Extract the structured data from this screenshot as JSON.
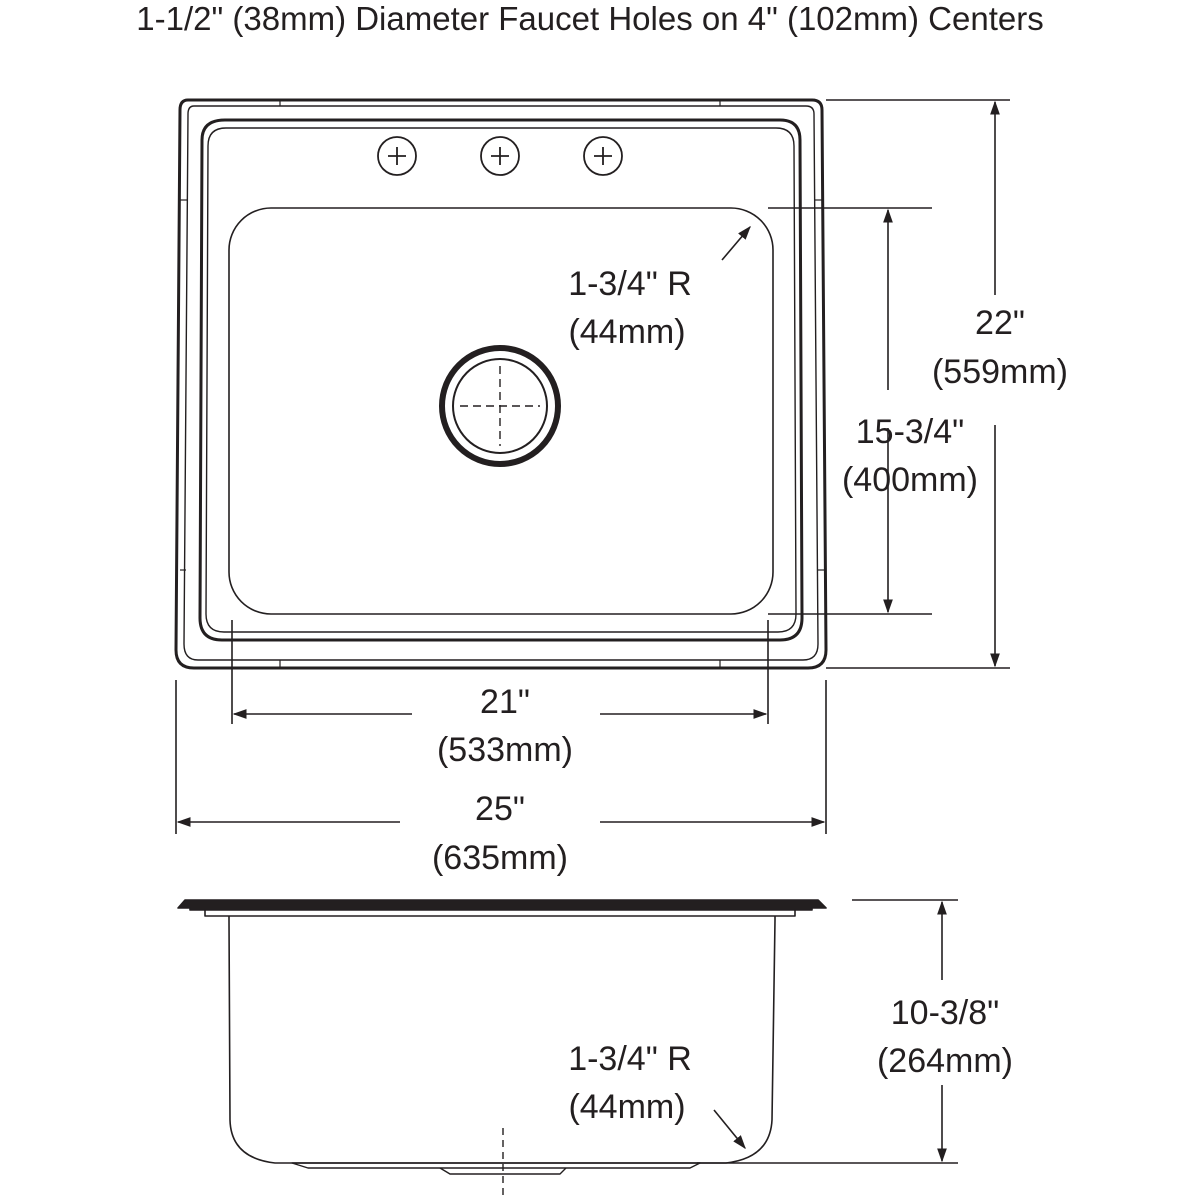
{
  "header": {
    "faucet_note": "1-1/2\" (38mm) Diameter Faucet Holes on 4\" (102mm) Centers"
  },
  "top_view": {
    "corner_radius": {
      "imperial": "1-3/4\" R",
      "metric": "(44mm)"
    },
    "bowl_length": {
      "imperial": "15-3/4\"",
      "metric": "(400mm)"
    },
    "overall_length": {
      "imperial": "22\"",
      "metric": "(559mm)"
    },
    "bowl_width": {
      "imperial": "21\"",
      "metric": "(533mm)"
    },
    "overall_width": {
      "imperial": "25\"",
      "metric": "(635mm)"
    }
  },
  "side_view": {
    "depth": {
      "imperial": "10-3/8\"",
      "metric": "(264mm)"
    },
    "corner_radius": {
      "imperial": "1-3/4\" R",
      "metric": "(44mm)"
    }
  },
  "colors": {
    "line": "#231f20",
    "background": "#ffffff"
  }
}
